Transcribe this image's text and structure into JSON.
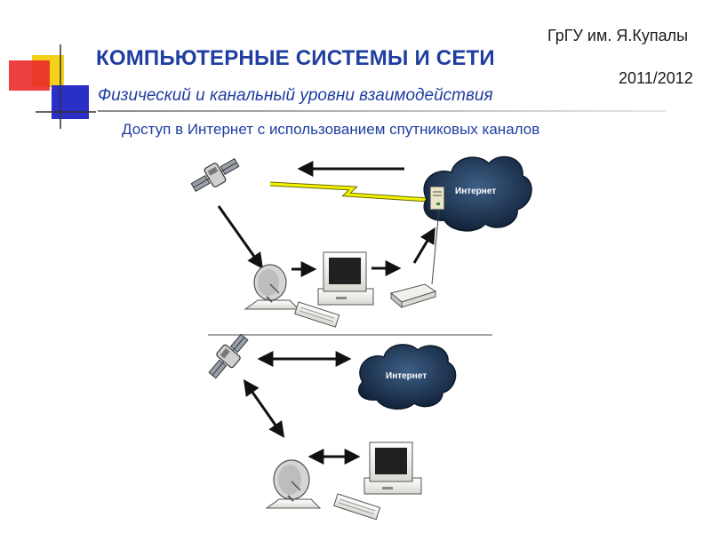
{
  "header": {
    "university": "ГрГУ им. Я.Купалы",
    "year": "2011/2012",
    "title": "КОМПЬЮТЕРНЫЕ СИСТЕМЫ  И СЕТИ",
    "subtitle": "Физический и канальный уровни взаимодействия"
  },
  "caption": "Доступ в Интернет с  использованием спутниковых каналов",
  "diagram": {
    "top_scheme": {
      "cloud_label": "Интернет"
    },
    "bottom_scheme": {
      "cloud_label": "Интернет"
    }
  },
  "colors": {
    "title_blue": "#1f3ea0",
    "deco_yellow": "#f5d21a",
    "deco_red": "#ea2a2a",
    "deco_blue": "#2a2fc8",
    "cloud_dark": "#1c2f4a",
    "lightning": "#f2f200"
  }
}
